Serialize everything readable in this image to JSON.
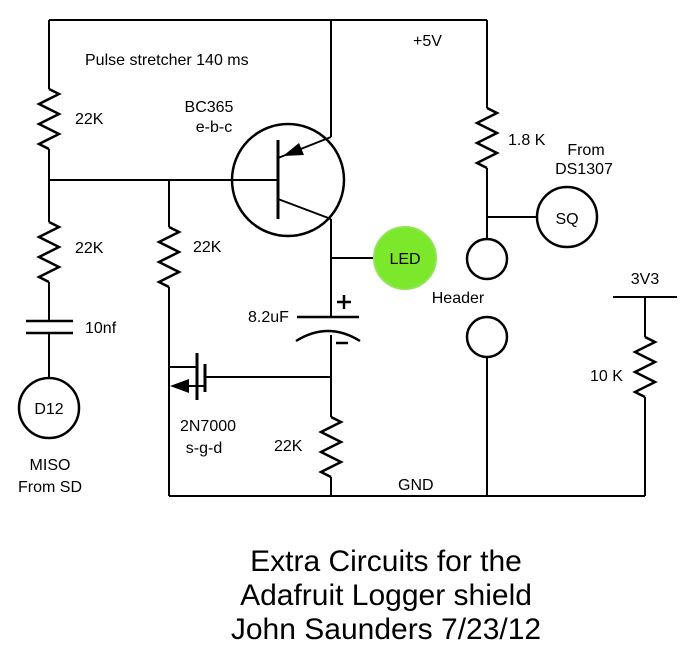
{
  "schematic": {
    "annotations": {
      "pulse_stretcher": "Pulse stretcher 140 ms",
      "supply_5v": "+5V",
      "supply_3v3": "3V3",
      "ground": "GND",
      "header": "Header",
      "from_ds1307_line1": "From",
      "from_ds1307_line2": "DS1307",
      "miso_line1": "MISO",
      "miso_line2": "From SD"
    },
    "components": {
      "r1": "22K",
      "r2": "22K",
      "r3": "22K",
      "r4": "22K",
      "r5": "1.8 K",
      "r6": "10 K",
      "c1": "10nf",
      "c2": "8.2uF",
      "transistor_part": "BC365",
      "transistor_pins": "e-b-c",
      "mosfet_part": "2N7000",
      "mosfet_pins": "s-g-d",
      "led": "LED",
      "pad_d12": "D12",
      "pad_sq": "SQ"
    },
    "colors": {
      "led_fill": "#7CE82C",
      "line": "#000000",
      "background": "#FFFFFF"
    }
  },
  "title": {
    "line1": "Extra Circuits for the",
    "line2": "Adafruit Logger shield",
    "line3": "John Saunders 7/23/12"
  }
}
